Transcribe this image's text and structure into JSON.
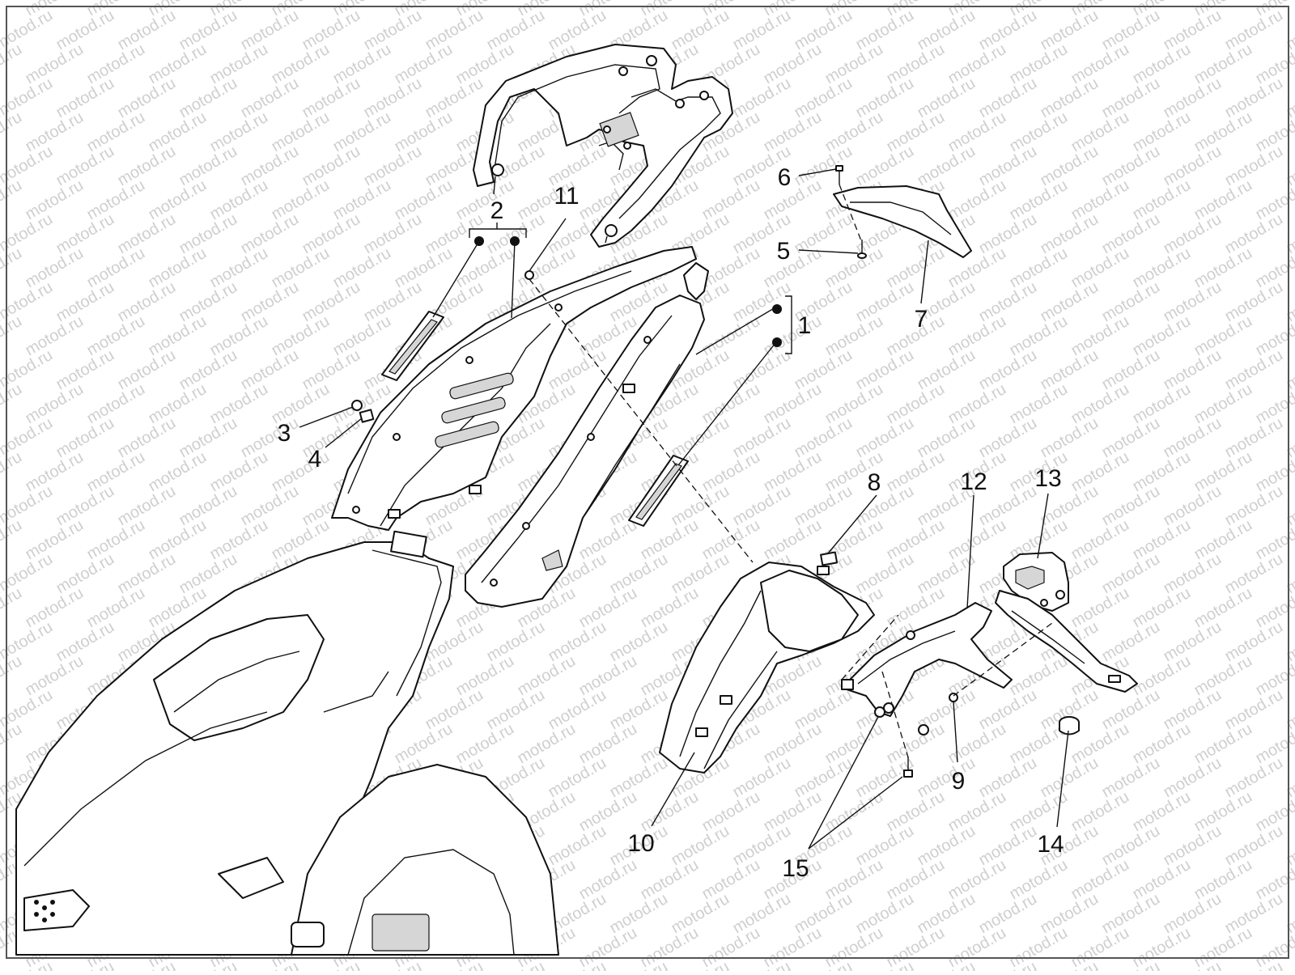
{
  "watermark": {
    "text": "motod.ru",
    "color": "#cfcfcf"
  },
  "callouts": {
    "p1": "1",
    "p2": "2",
    "p3": "3",
    "p4": "4",
    "p5": "5",
    "p6": "6",
    "p7": "7",
    "p8": "8",
    "p9": "9",
    "p10": "10",
    "p11": "11",
    "p12": "12",
    "p13": "13",
    "p14": "14",
    "p15": "15"
  },
  "colors": {
    "line": "#111111",
    "background": "#ffffff",
    "frame": "#555555"
  }
}
